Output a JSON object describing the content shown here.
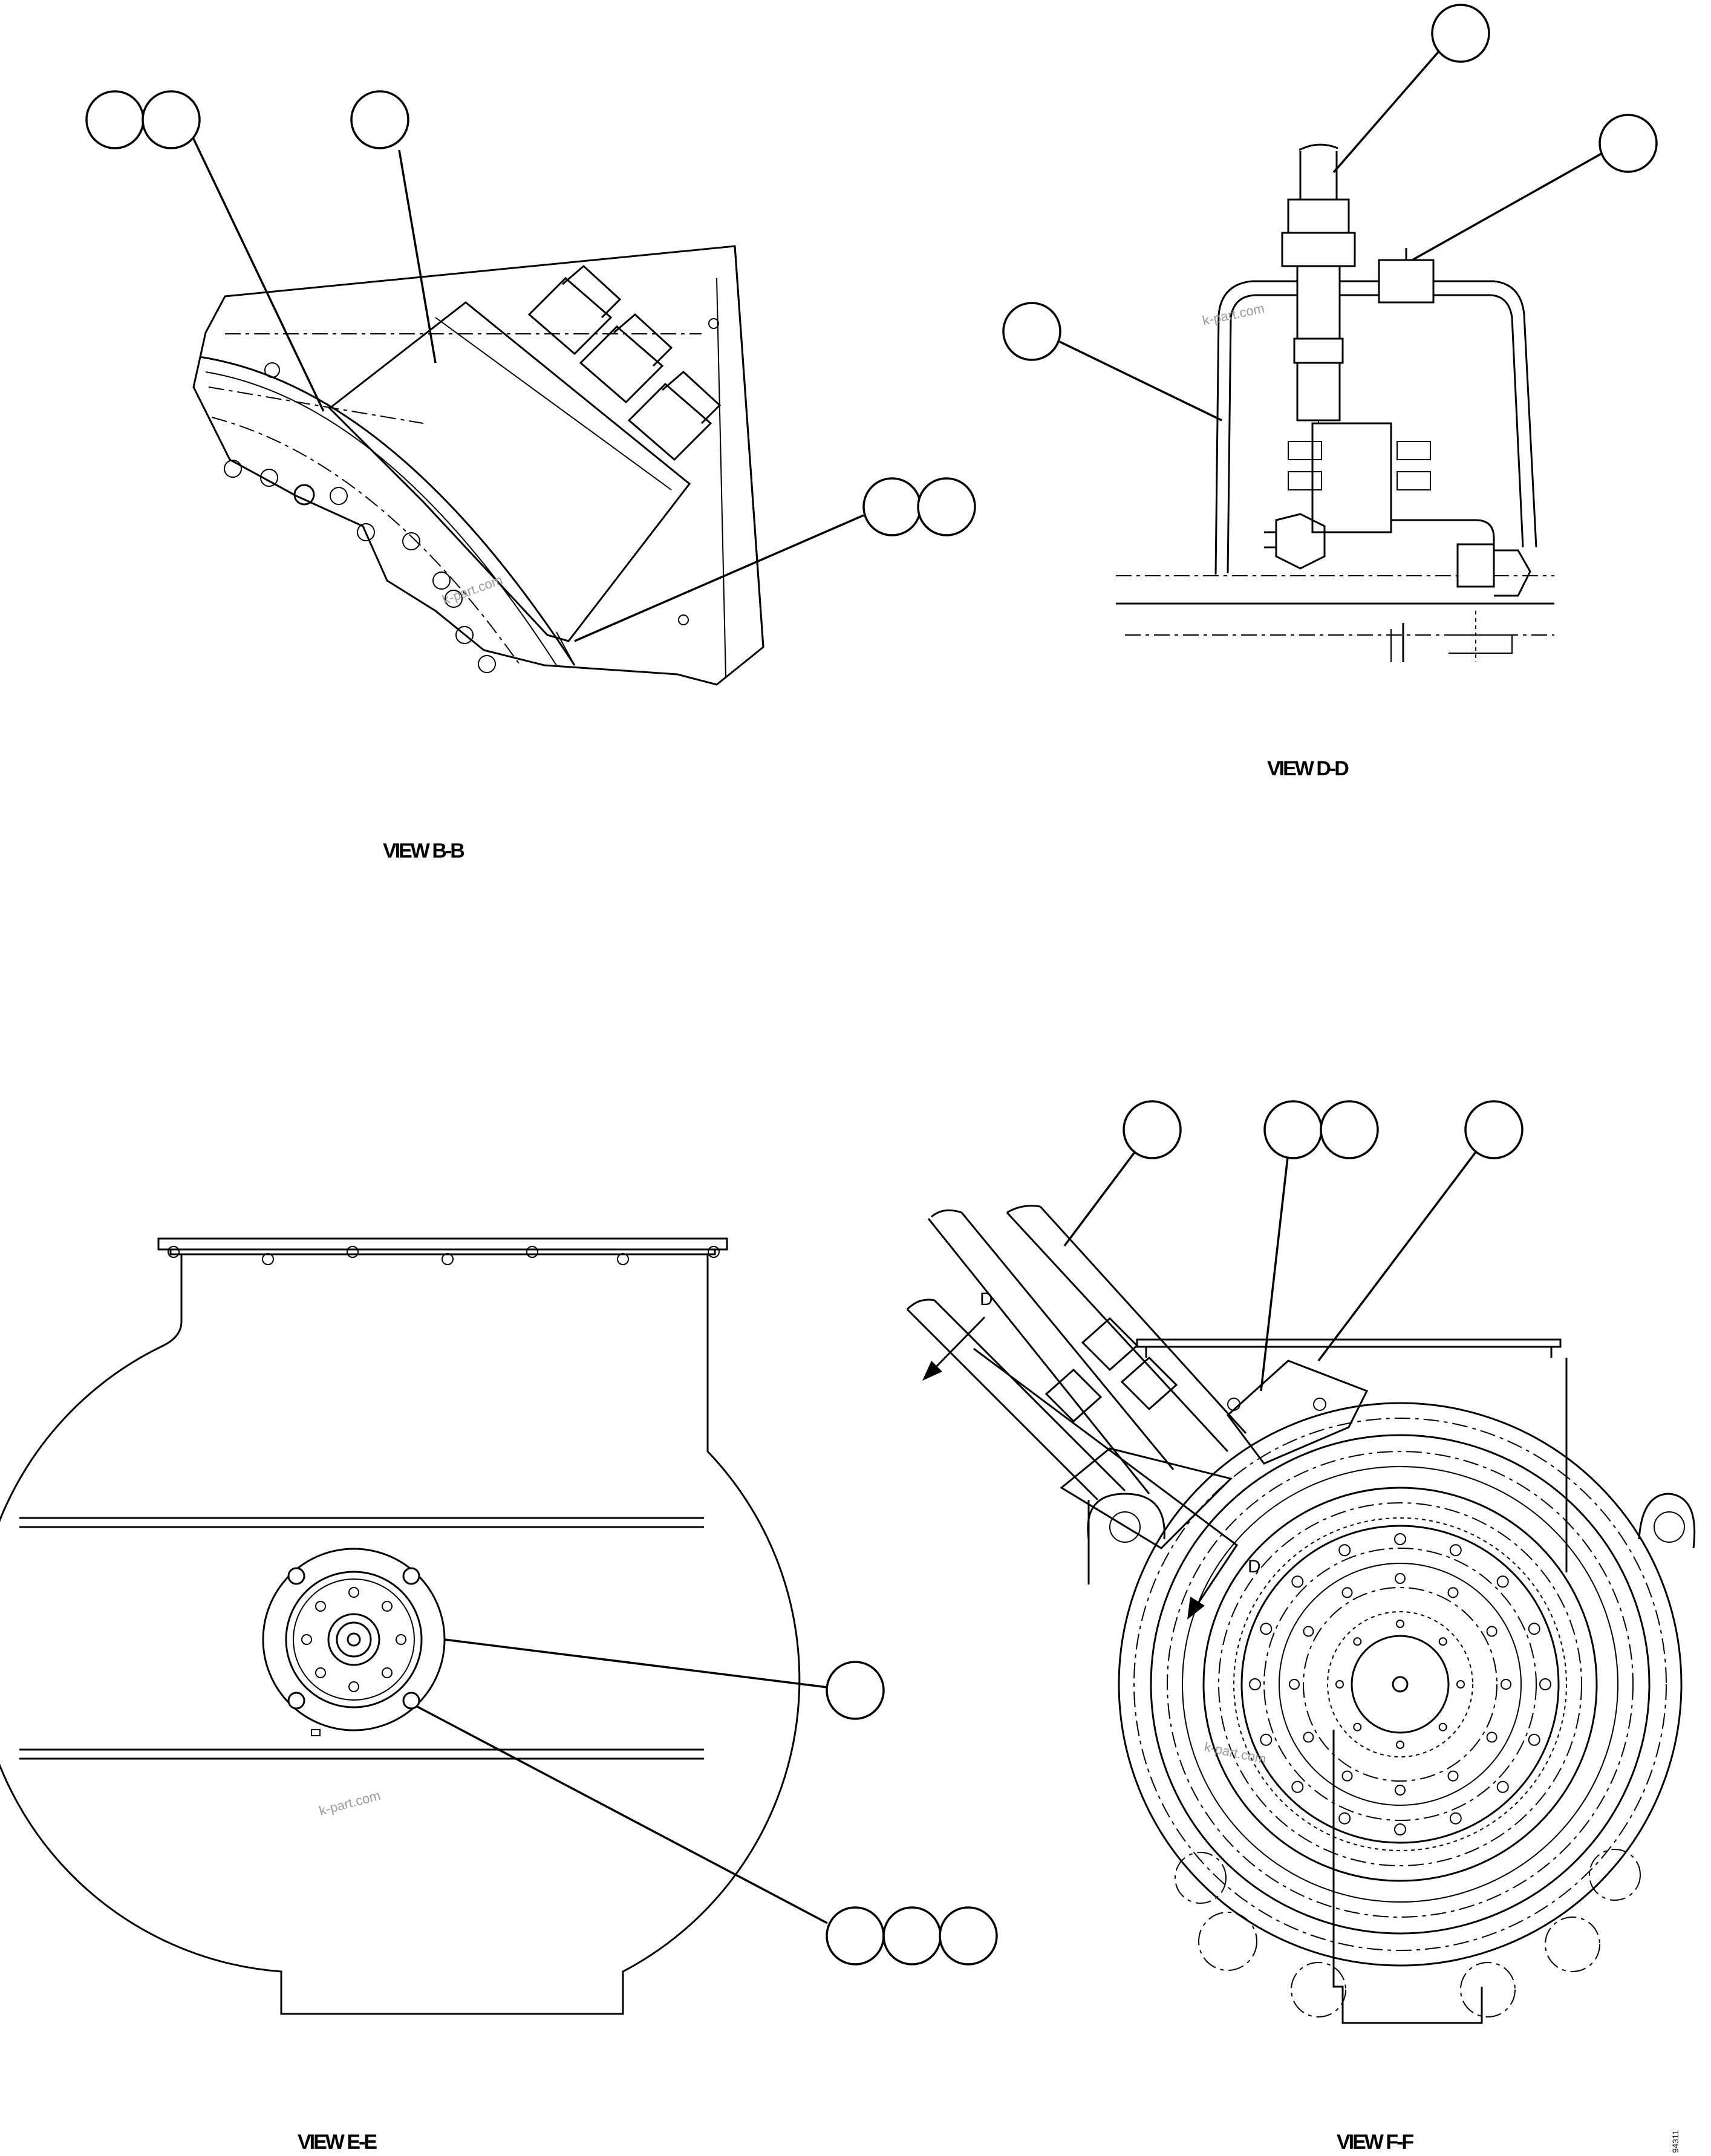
{
  "views": {
    "b": {
      "caption": "VIEW B-B",
      "watermark": "k-part.com"
    },
    "d": {
      "caption": "VIEW D-D",
      "watermark": "k-part.com"
    },
    "e": {
      "caption": "VIEW E-E",
      "watermark": "k-part.com"
    },
    "f": {
      "caption": "VIEW F-F",
      "watermark": "k-part.com",
      "section_markers": [
        "D",
        "D"
      ]
    }
  },
  "drawing_code": "94311"
}
